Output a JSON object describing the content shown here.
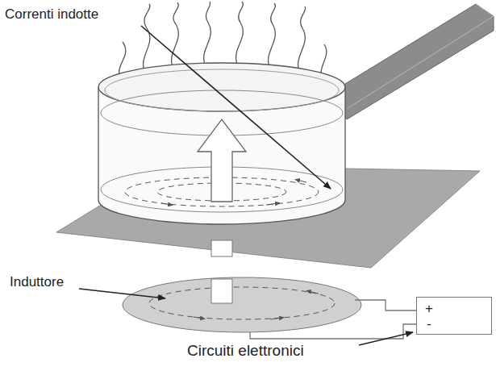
{
  "diagram": {
    "nodes": [
      {
        "text": [
          "+",
          "-"
        ]
      }
    ],
    "labels": [
      "Correnti indotte",
      "Induttore",
      "Circuiti elettronici"
    ]
  }
}
